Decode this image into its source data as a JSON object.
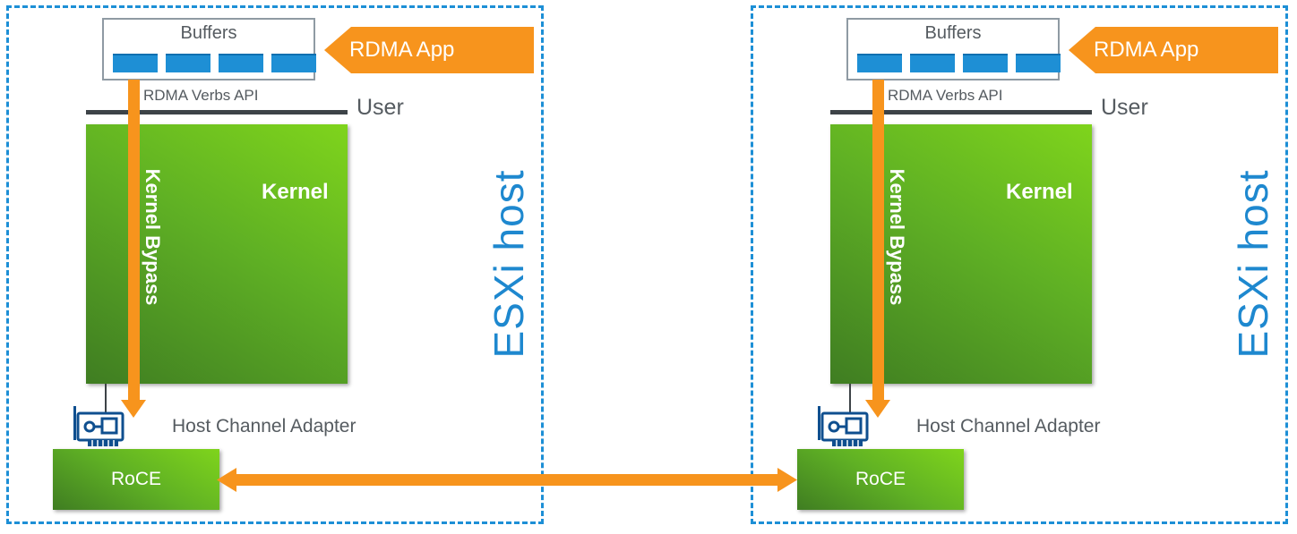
{
  "hosts": [
    {
      "title": "ESXi host",
      "buffers_label": "Buffers",
      "app_label": "RDMA App",
      "api_label": "RDMA Verbs API",
      "user_label": "User",
      "kernel_label": "Kernel",
      "bypass_label": "Kernel Bypass",
      "hca_label": "Host Channel Adapter",
      "roce_label": "RoCE"
    },
    {
      "title": "ESXi host",
      "buffers_label": "Buffers",
      "app_label": "RDMA App",
      "api_label": "RDMA Verbs API",
      "user_label": "User",
      "kernel_label": "Kernel",
      "bypass_label": "Kernel Bypass",
      "hca_label": "Host Channel Adapter",
      "roce_label": "RoCE"
    }
  ],
  "colors": {
    "host_border": "#1d8fd6",
    "accent_orange": "#f7941d",
    "kernel_green": "#6bbf22",
    "buffer_blue": "#1e8fd5",
    "text_gray": "#555b60"
  }
}
